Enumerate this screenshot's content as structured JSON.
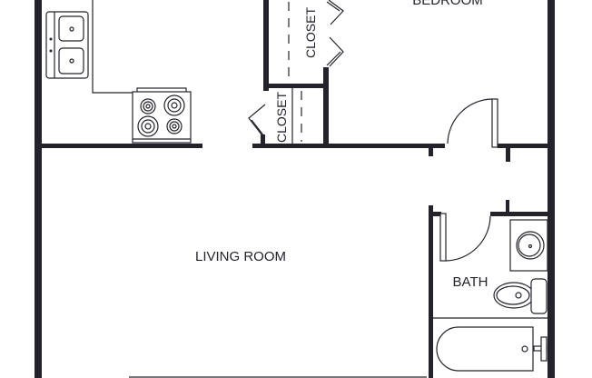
{
  "rooms": {
    "bedroom": "BEDROOM",
    "closet_upper": "CLOSET",
    "closet_lower": "CLOSET",
    "living_room": "LIVING ROOM",
    "bath": "BATH"
  },
  "colors": {
    "walls": "#24232b",
    "background": "#ffffff"
  }
}
